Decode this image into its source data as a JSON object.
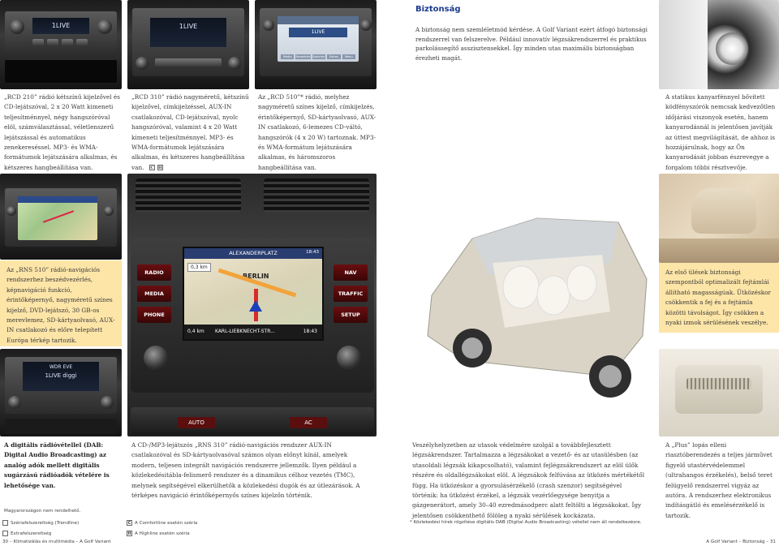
{
  "header": {
    "title": "Biztonság",
    "intro": "A biztonság nem szemléletmód kérdése. A Golf Variant ezért átfogó biztonsági rendszerrel van felszerelve. Például innovatív légzsákrendszerrel és praktikus parkolássegítő asszisztensekkel. Így minden utas maximális biztonságban érezheti magát."
  },
  "radios": {
    "rcd210_display": "1LIVE",
    "rcd310_display": "1LIVE",
    "rcd510_display": "1LIVE",
    "rcd510_tabs": [
      "Media",
      "Sendeliste",
      "Speicher",
      "Extras",
      "Menu"
    ],
    "dab_station": "WDR EVE",
    "dab_display": "1LIVE diggi"
  },
  "texts": {
    "rcd210": "„RCD 210” rádió kétszínű kijelzővel és CD-lejátszóval, 2 x 20 Watt kimeneti teljesítménnyel, négy hangszóróval elöl, számválasztással, véletlenszerű lejátszással és automatikus zenekereséssel. MP3- és WMA-formátumok lejátszására alkalmas, és kétszeres hangbeállítása van.",
    "rcd310": "„RCD 310” rádió nagyméretű, kétszínű kijelzővel, címkijelzéssel, AUX-IN csatlakozóval, CD-lejátszóval, nyolc hangszóróval, valamint 4 x 20 Watt kimeneti teljesítménnyel. MP3- és WMA-formátumok lejátszására alkalmas, és kétszeres hangbeállítása van.",
    "rcd510": "Az „RCD 510”* rádió, melyhez nagyméretű színes kijelző, címkijelzés, érintőképernyő, SD-kártyaolvasó, AUX-IN csatlakozó, 6-lemezes CD-váltó, hangszórók (4 x 20 W) tartoznak. MP3- és WMA-formátum lejátszására alkalmas, és háromszoros hangbeállítása van.",
    "fog": "A statikus kanyarfénnyel bővített ködfényszórók nemcsak kedvezőtlen időjárási viszonyok esetén, hanem kanyarodásnál is jelentősen javítják az úttest megvilágítását, de ahhoz is hozzájárulnak, hogy az Ön kanyarodását jobban észrevegye a forgalom többi résztvevője.",
    "rns510": "Az „RNS 510” rádió-navigációs rendszerhez beszédvezérlés, képnavigáció funkció, érintőképernyő, nagyméretű színes kijelző, DVD-lejátszó, 30 GB-os merevlemez, SD-kártyaolvasó, AUX-IN csatlakozó és előre telepített Európa térkép tartozik.",
    "seats": "Az első ülések biztonsági szempontból optimalizált fejtámlái állítható magasságúak. Ütközéskor csökkentik a fej és a fejtámla közötti távolságot. Így csökken a nyaki izmok sérülésének veszélye.",
    "dab": "A digitális rádióvétellel (DAB: Digital Audio Broadcasting) az analóg adók mellett digitális sugárzású rádióadók vételére is lehetősége van.",
    "rns310": "A CD-/MP3-lejátszós „RNS 310” rádió-navigációs rendszer AUX-IN csatlakozóval és SD-kártyaolvasóval számos olyan előnyt kínál, amelyek modern, teljesen integrált navigációs rendszerre jellemzők. Ilyen például a közlekedésitábla-felismerő rendszer és a dinamikus célhoz vezetés (TMC), melynek segítségével elkerülhetők a közlekedési dugók és az útlezárások. A térképes navigáció érintőképernyős színes kijelzőn történik.",
    "airbag": "Veszélyhelyzetben az utasok védelmére szolgál a továbbfejlesztett légzsákrendszer. Tartalmazza a légzsákokat a vezető- és az utasülésben (az utasoldali légzsák kikapcsolható), valamint fejlégzsákrendszert az elöl ülők részére és oldallégzsákokat elöl. A légzsákok felfúvása az ütközés mértékétől függ. Ha ütközéskor a gyorsulásérzékelő (crash szenzor) segítségével történik: ha ütközést érzékel, a légzsák vezérlőegysége benyitja a gázgenerátort, amely 30–40 ezredmásodperc alatt feltölti a légzsákokat. Így jelentősen csökkenthető fölöleg a nyaki sérülések kockázata.",
    "plus": "A „Plus” lopás elleni riasztóberendezés a teljes járművet figyelő utastérvédelemmel (ultrahangos érzékelés), belső teret felügyelő rendszerrel vigyáz az autóra. A rendszerhez elektronikus indításgátló és emelésérzékelő is tartozik.",
    "dab_footnote": "* Közlekedési hírek rögzítése digitális DAB (Digital Audio Broadcasting) vétellel nem áll rendelkezésre."
  },
  "nav": {
    "street_top": "ALEXANDERPLATZ",
    "city": "BERLIN",
    "distance_top": "0,3 km",
    "distance_bottom": "0,4 km",
    "street_bottom": "KARL-LIEBKNECHT-STR...",
    "time": "18:43",
    "time_top": "18:43",
    "left_buttons": [
      "RADIO",
      "MEDIA",
      "PHONE"
    ],
    "right_buttons": [
      "NAV",
      "TRAFFIC",
      "SETUP"
    ],
    "ac_labels": [
      "AUTO",
      "AC"
    ]
  },
  "legend": {
    "line1": "Szériafelszereltség (Trendline)",
    "line2": "Extrafelszereltség",
    "serial_note": "Magyarországon nem rendelhető.",
    "comfort_letter": "C",
    "comfort": "A Comfortline esetén széria",
    "highline_letter": "H",
    "highline": "A Highline esetén széria"
  },
  "footer": {
    "left": "30 – Klímatizálás és multimédia – A Golf Variant",
    "right": "A Golf Variant – Biztonság – 31"
  },
  "colors": {
    "title": "#1a3a8e",
    "highlight": "#fde5a8",
    "accent_red": "#c0352a"
  }
}
